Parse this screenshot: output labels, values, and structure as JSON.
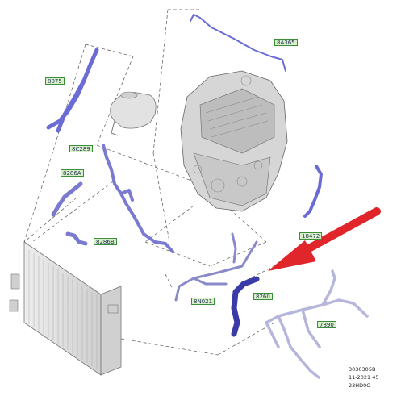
{
  "parts": {
    "p8075": "8075",
    "p8a365": "8A365",
    "p8c289": "8C289",
    "p8286a": "8286A",
    "p8286b": "8286B",
    "p18472": "18472",
    "p8n021": "8N021",
    "p8260": "8260",
    "p7890": "7890"
  },
  "footer": {
    "line1": "3030305B",
    "line2": "11-2021 45",
    "line3": "23HD0O"
  },
  "colors": {
    "hose": "#6b6bd6",
    "hose_dark": "#3a3aa8",
    "label_bg": "#d8f0c8",
    "label_border": "#3c8c3c",
    "arrow": "#e0262a"
  }
}
